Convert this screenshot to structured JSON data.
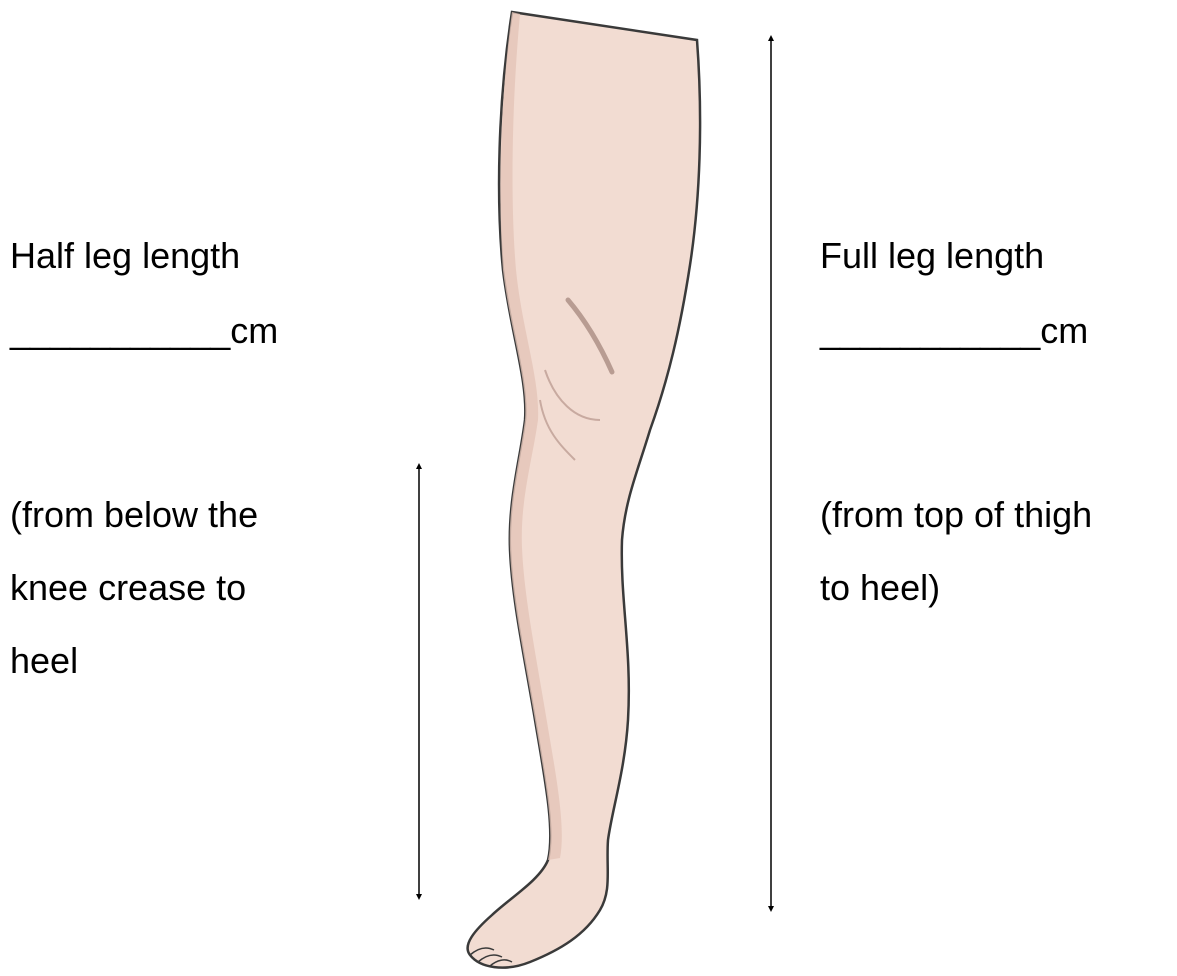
{
  "half_leg": {
    "title": "Half leg length",
    "blank": "___________cm",
    "description_lines": [
      "(from below the",
      "knee crease to",
      "heel"
    ]
  },
  "full_leg": {
    "title": "Full leg length",
    "blank": "___________cm",
    "description_lines": [
      "(from top of thigh",
      "to heel)"
    ]
  },
  "colors": {
    "skin": "#f2dcd2",
    "skin_shadow": "#e3c4b8",
    "outline": "#3a3a3a",
    "arrow": "#000000"
  },
  "icons": [
    "leg-illustration",
    "measurement-arrow"
  ]
}
